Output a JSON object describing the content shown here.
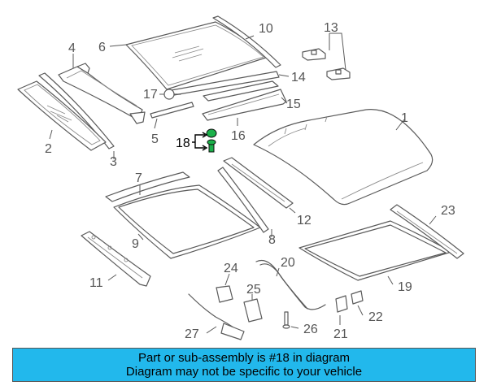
{
  "diagram": {
    "callouts": {
      "c1": "1",
      "c2": "2",
      "c3": "3",
      "c4": "4",
      "c5": "5",
      "c6": "6",
      "c7": "7",
      "c8": "8",
      "c9": "9",
      "c10": "10",
      "c11": "11",
      "c12": "12",
      "c13": "13",
      "c14": "14",
      "c15": "15",
      "c16": "16",
      "c17": "17",
      "c18": "18",
      "c19": "19",
      "c20": "20",
      "c21": "21",
      "c22": "22",
      "c23": "23",
      "c24": "24",
      "c25": "25",
      "c26": "26",
      "c27": "27"
    },
    "highlight_color": "#1bb04a"
  },
  "banner": {
    "line1": "Part or sub-assembly is #18 in diagram",
    "line2": "Diagram may not be specific to your vehicle",
    "background": "#22b8ec"
  }
}
